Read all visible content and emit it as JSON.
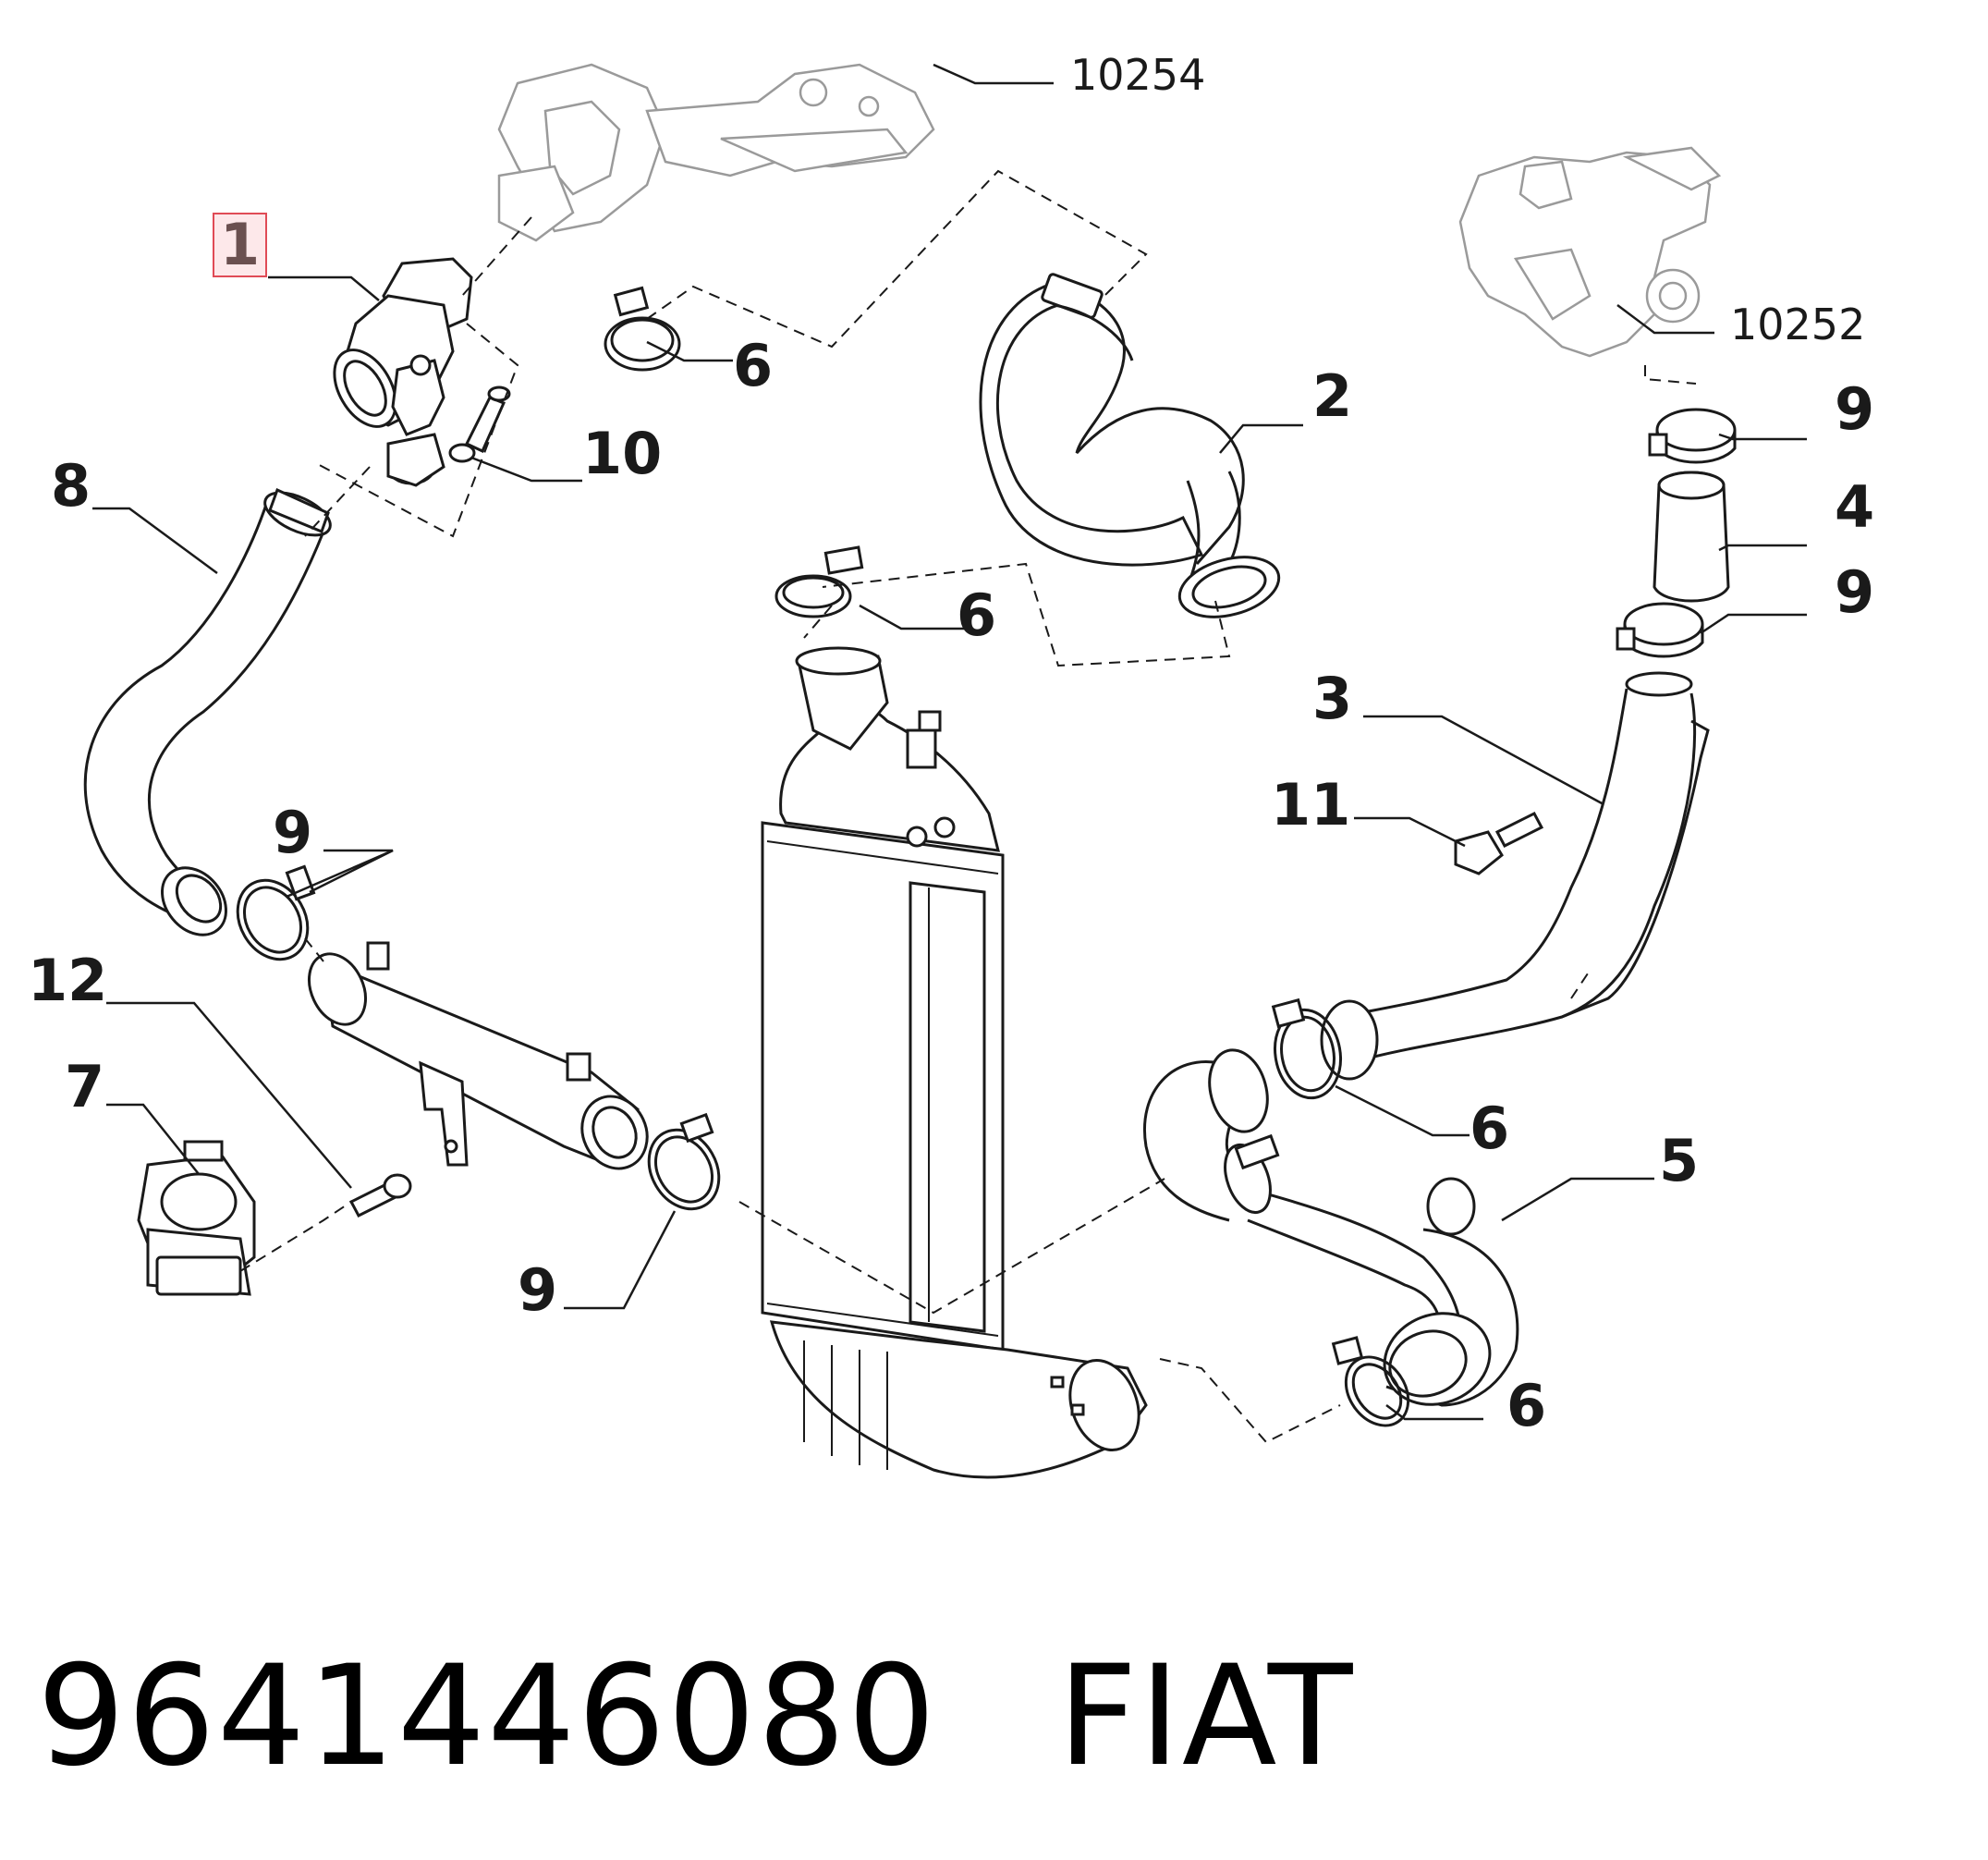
{
  "callouts": {
    "c1": "1",
    "c2": "2",
    "c3": "3",
    "c4": "4",
    "c5": "5",
    "c6a": "6",
    "c6b": "6",
    "c6c": "6",
    "c6d": "6",
    "c7": "7",
    "c8": "8",
    "c9a": "9",
    "c9b": "9",
    "c9c": "9",
    "c9d": "9",
    "c10": "10",
    "c11": "11",
    "c12": "12",
    "r10254": "10254",
    "r10252": "10252"
  },
  "footer": {
    "part_number": "9641446080",
    "brand": "FIAT"
  },
  "colors": {
    "ink": "#1a1a1a",
    "grey_ref": "#9a9a9a",
    "highlight_border": "#e04b56",
    "highlight_fill": "#fde8ea"
  }
}
